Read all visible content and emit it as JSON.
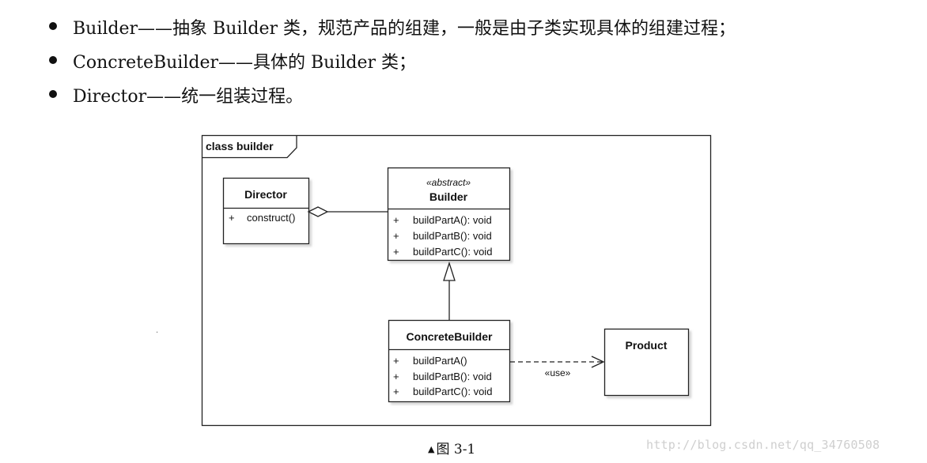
{
  "bullets": [
    {
      "text": "Builder——抽象 Builder 类，规范产品的组建，一般是由子类实现具体的组建过程；"
    },
    {
      "text": "ConcreteBuilder——具体的 Builder 类；"
    },
    {
      "text": "Director——统一组装过程。"
    }
  ],
  "diagram": {
    "frame_label": "class builder",
    "classes": {
      "director": {
        "name": "Director",
        "members": [
          "construct()"
        ]
      },
      "builder": {
        "stereotype": "«abstract»",
        "name": "Builder",
        "members": [
          "buildPartA(): void",
          "buildPartB(): void",
          "buildPartC(): void"
        ]
      },
      "concrete_builder": {
        "name": "ConcreteBuilder",
        "members": [
          "buildPartA()",
          "buildPartB(): void",
          "buildPartC(): void"
        ]
      },
      "product": {
        "name": "Product"
      }
    },
    "visibility_symbol": "+",
    "use_label": "«use»"
  },
  "caption": {
    "marker": "▲",
    "text": "图 3-1"
  },
  "watermark": "http://blog.csdn.net/qq_34760508",
  "stray_mark": "·"
}
